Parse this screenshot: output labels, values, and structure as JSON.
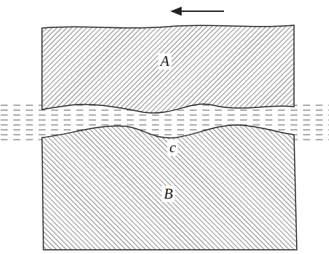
{
  "diagram": {
    "labels": [
      "A",
      "c",
      "B"
    ]
  }
}
